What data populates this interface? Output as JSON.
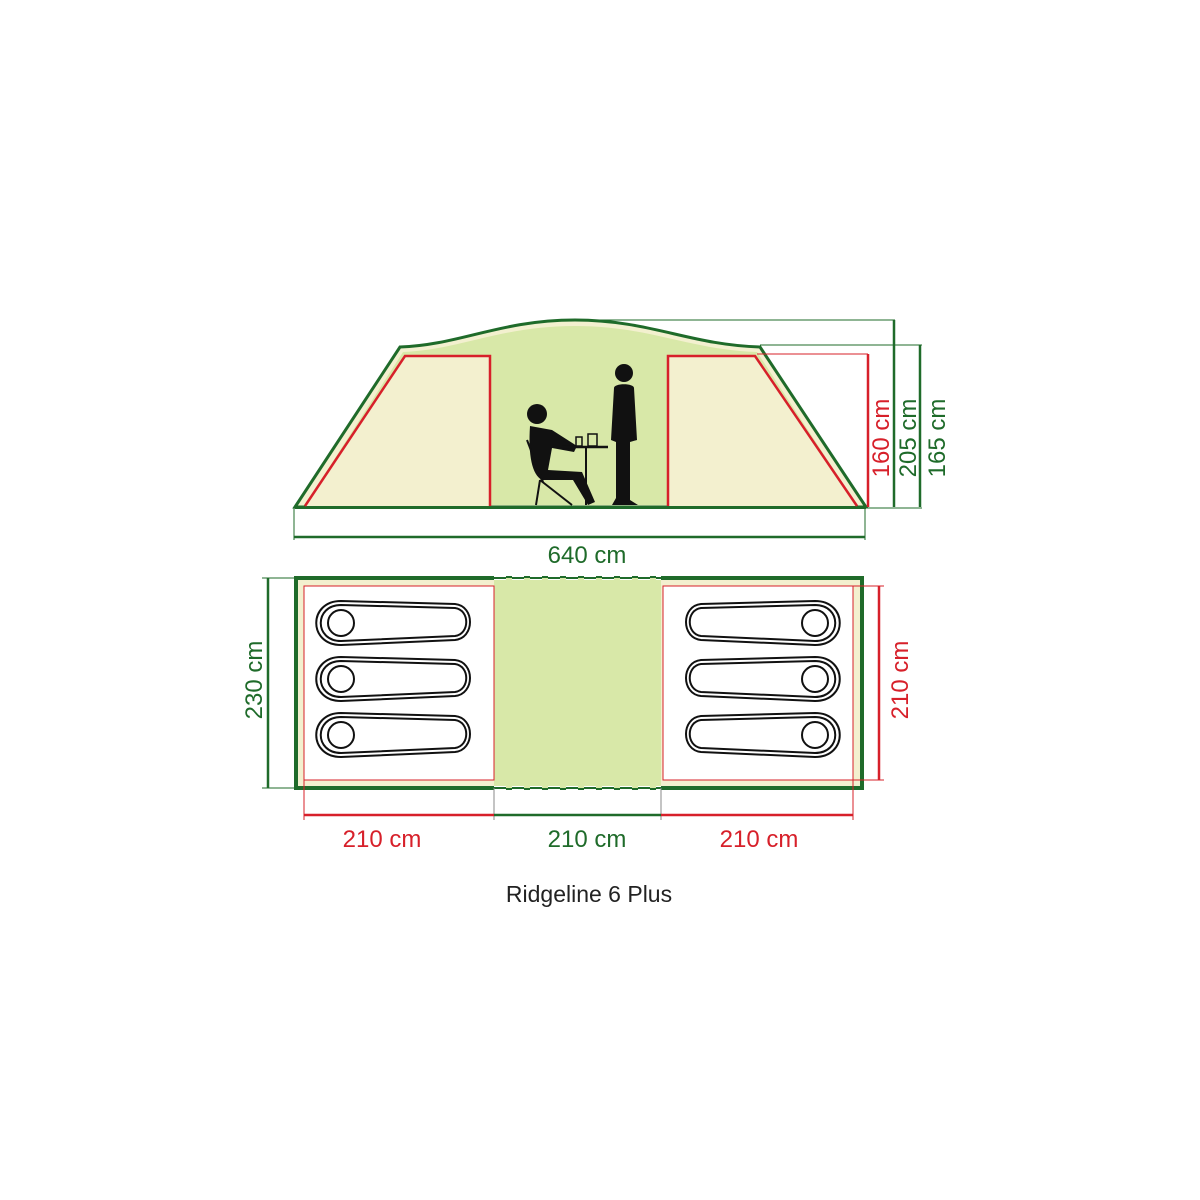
{
  "product_name": "Ridgeline 6 Plus",
  "colors": {
    "outline_green": "#1f6b2a",
    "inner_red": "#d7202a",
    "fill_light_green": "#d8e8a8",
    "fill_cream": "#f3f0cf",
    "black": "#111111"
  },
  "side_view": {
    "length_label": "640 cm",
    "height_labels": {
      "bedroom_height": "160 cm",
      "center_height": "205 cm",
      "eave_height": "165 cm"
    },
    "figures": [
      "seated-person-icon",
      "standing-person-icon",
      "table-with-cups-icon"
    ]
  },
  "floor_plan": {
    "width_label": "230 cm",
    "bedroom_depth_label": "210 cm",
    "left_bedroom_label": "210 cm",
    "center_area_label": "210 cm",
    "right_bedroom_label": "210 cm",
    "sleeping_bags_per_bedroom": 3
  }
}
